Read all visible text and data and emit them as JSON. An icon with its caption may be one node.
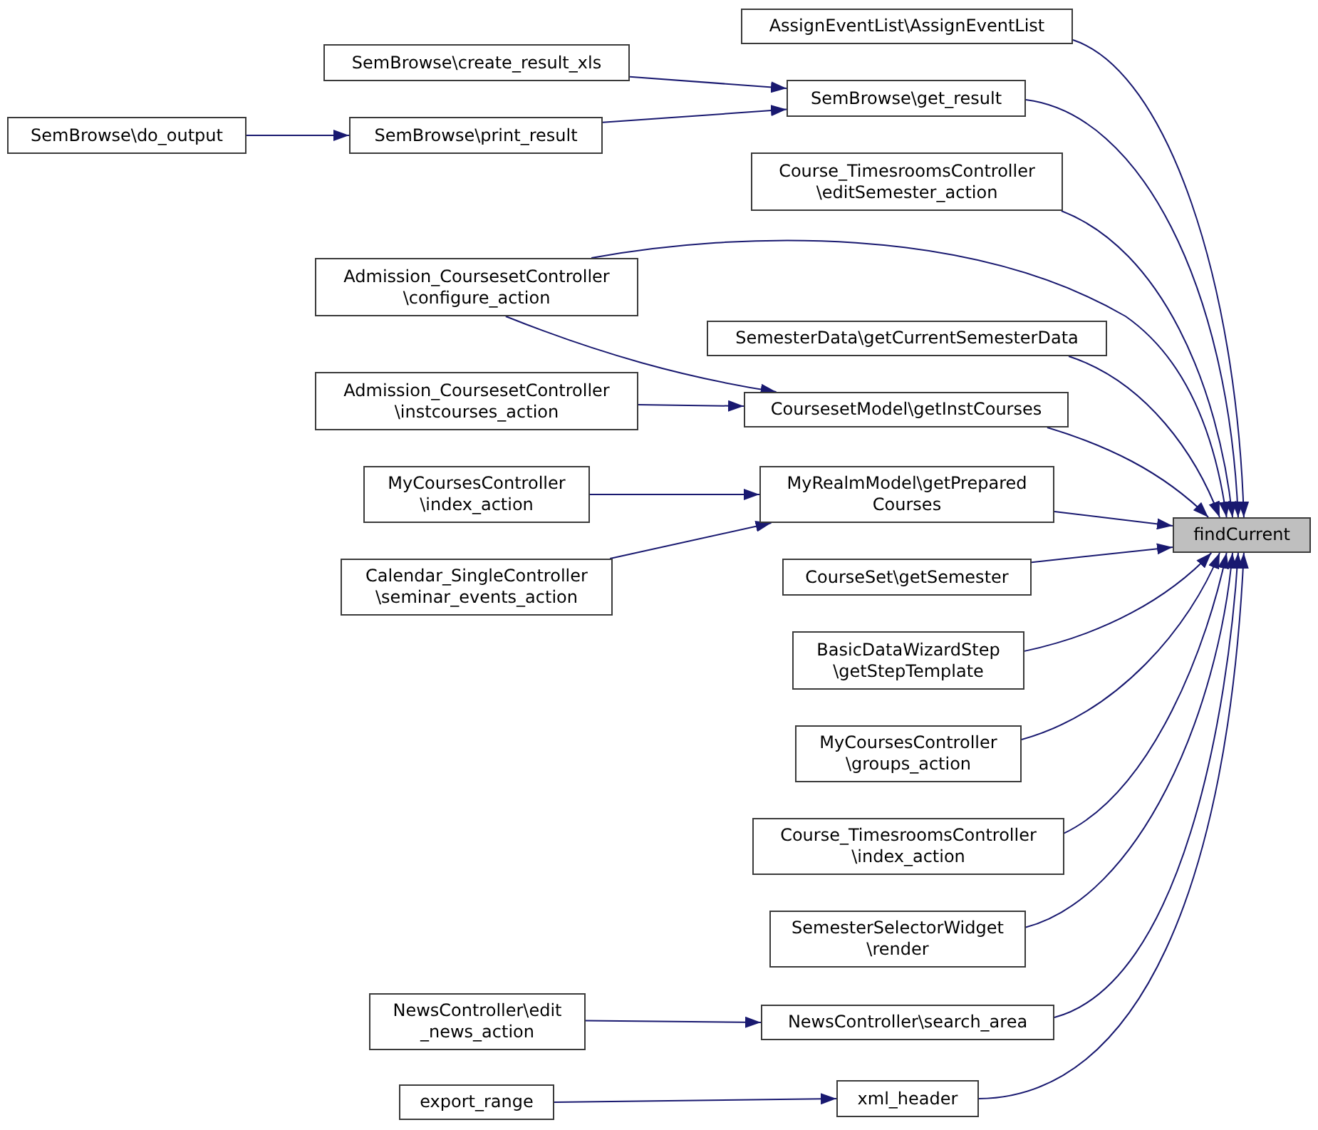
{
  "diagram": {
    "nodes": [
      {
        "text": [
          "findCurrent"
        ]
      },
      {
        "text": [
          "AssignEventList\\AssignEventList"
        ]
      },
      {
        "text": [
          "SemBrowse\\create_result_xls"
        ]
      },
      {
        "text": [
          "SemBrowse\\get_result"
        ]
      },
      {
        "text": [
          "SemBrowse\\do_output"
        ]
      },
      {
        "text": [
          "SemBrowse\\print_result"
        ]
      },
      {
        "text": [
          "Course_TimesroomsController \\editSemester_action"
        ]
      },
      {
        "text": [
          "Admission_CoursesetController \\configure_action"
        ]
      },
      {
        "text": [
          "SemesterData\\getCurrentSemesterData"
        ]
      },
      {
        "text": [
          "Admission_CoursesetController \\instcourses_action"
        ]
      },
      {
        "text": [
          "CoursesetModel\\getInstCourses"
        ]
      },
      {
        "text": [
          "MyCoursesController \\index_action"
        ]
      },
      {
        "text": [
          "MyRealmModel\\getPrepared Courses"
        ]
      },
      {
        "text": [
          "Calendar_SingleController \\seminar_events_action"
        ]
      },
      {
        "text": [
          "CourseSet\\getSemester"
        ]
      },
      {
        "text": [
          "BasicDataWizardStep \\getStepTemplate"
        ]
      },
      {
        "text": [
          "MyCoursesController \\groups_action"
        ]
      },
      {
        "text": [
          "Course_TimesroomsController \\index_action"
        ]
      },
      {
        "text": [
          "SemesterSelectorWidget \\render"
        ]
      },
      {
        "text": [
          "NewsController\\edit _news_action"
        ]
      },
      {
        "text": [
          "NewsController\\search_area"
        ]
      },
      {
        "text": [
          "export_range"
        ]
      },
      {
        "text": [
          "xml_header"
        ]
      }
    ],
    "edges": [
      {
        "from": 1,
        "to": 0,
        "arrow": "to"
      },
      {
        "from": 2,
        "to": 3,
        "arrow": "to"
      },
      {
        "from": 5,
        "to": 3,
        "arrow": "to"
      },
      {
        "from": 4,
        "to": 5,
        "arrow": "to"
      },
      {
        "from": 3,
        "to": 0,
        "arrow": "to"
      },
      {
        "from": 6,
        "to": 0,
        "arrow": "to"
      },
      {
        "from": 7,
        "to": 0,
        "arrow": "to"
      },
      {
        "from": 7,
        "to": 10,
        "arrow": "to"
      },
      {
        "from": 8,
        "to": 0,
        "arrow": "to"
      },
      {
        "from": 9,
        "to": 10,
        "arrow": "to"
      },
      {
        "from": 10,
        "to": 0,
        "arrow": "to"
      },
      {
        "from": 11,
        "to": 12,
        "arrow": "to"
      },
      {
        "from": 13,
        "to": 12,
        "arrow": "to"
      },
      {
        "from": 12,
        "to": 0,
        "arrow": "to"
      },
      {
        "from": 14,
        "to": 0,
        "arrow": "to"
      },
      {
        "from": 15,
        "to": 0,
        "arrow": "to"
      },
      {
        "from": 16,
        "to": 0,
        "arrow": "to"
      },
      {
        "from": 17,
        "to": 0,
        "arrow": "to"
      },
      {
        "from": 18,
        "to": 0,
        "arrow": "to"
      },
      {
        "from": 19,
        "to": 20,
        "arrow": "to"
      },
      {
        "from": 20,
        "to": 0,
        "arrow": "to"
      },
      {
        "from": 21,
        "to": 22,
        "arrow": "to"
      },
      {
        "from": 22,
        "to": 0,
        "arrow": "to"
      }
    ]
  }
}
